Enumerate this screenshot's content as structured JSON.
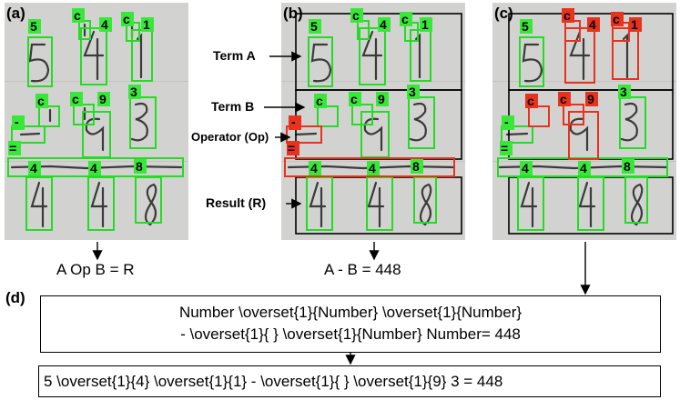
{
  "panels": [
    {
      "letter": "(a)"
    },
    {
      "letter": "(b)"
    },
    {
      "letter": "(c)"
    }
  ],
  "annotations": {
    "term_a": "Term A",
    "term_b": "Term B",
    "operator": "Operator (Op)",
    "result": "Result (R)"
  },
  "formulas": {
    "a": "A Op B = R",
    "b": "A - B = 448"
  },
  "panel_d": {
    "letter": "(d)",
    "line1": "Number \\overset{1}{Number} \\overset{1}{Number}",
    "line2": "- \\overset{1}{ } \\overset{1}{Number} Number= 448",
    "final": "5 \\overset{1}{4} \\overset{1}{1} - \\overset{1}{ } \\overset{1}{9} 3 = 448"
  },
  "detection_labels": {
    "row1": [
      "5",
      "c",
      "4",
      "c",
      "1"
    ],
    "row2": [
      "-",
      "c",
      "c",
      "9",
      "3"
    ],
    "row3": [
      "=",
      "4",
      "4",
      "8"
    ]
  },
  "colors": {
    "detected_green": "#22dd22",
    "highlight_red": "#e8321e",
    "label_green": "#38e838",
    "box_black": "#000000"
  }
}
